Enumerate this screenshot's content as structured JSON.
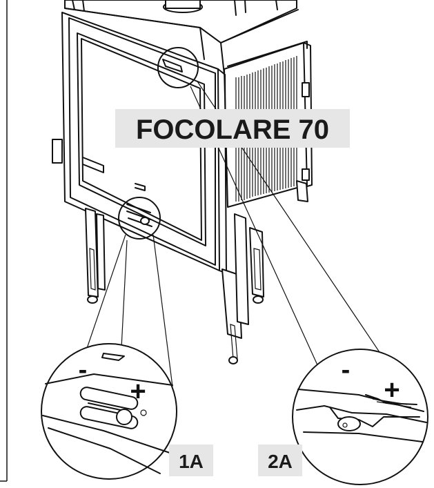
{
  "title": "FOCOLARE 70",
  "detail_labels": [
    "1A",
    "2A"
  ],
  "adjust_signs": {
    "minus": "-",
    "plus": "+"
  },
  "colors": {
    "label_background": "#e6e6e6",
    "stroke": "#111111",
    "background": "#ffffff"
  }
}
